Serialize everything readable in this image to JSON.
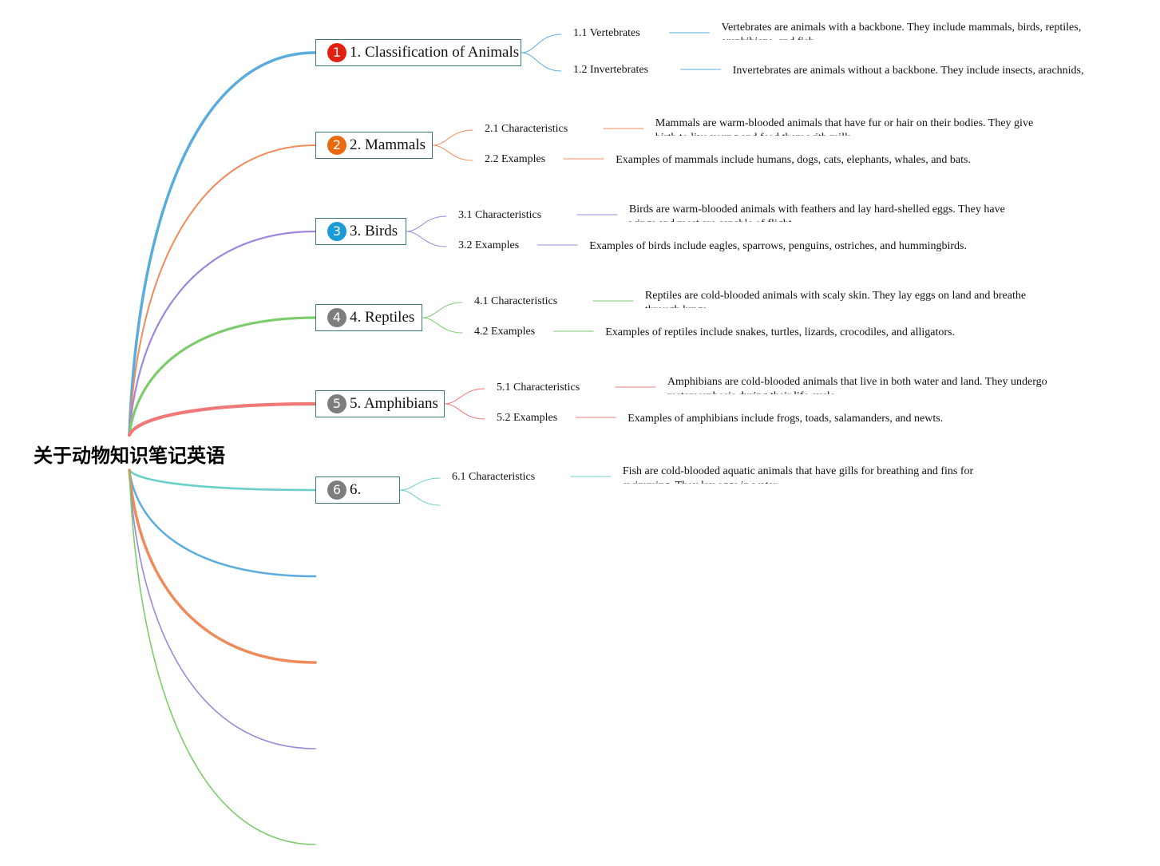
{
  "root": {
    "title": "关于动物知识笔记英语"
  },
  "topics": [
    {
      "number": "1",
      "label": "1. Classification of Animals",
      "badge_color": "#e02010",
      "line_color": "#5aacdc",
      "subs": [
        {
          "label": "1.1 Vertebrates",
          "desc": "Vertebrates are animals with a backbone. They include mammals, birds, reptiles, amphibians, and fish."
        },
        {
          "label": "1.2 Invertebrates",
          "desc": "Invertebrates are animals without a backbone. They include insects, arachnids, crustaceans, mollusks, and more."
        }
      ]
    },
    {
      "number": "2",
      "label": "2. Mammals",
      "badge_color": "#ea6a12",
      "line_color": "#ef8a5a",
      "subs": [
        {
          "label": "2.1 Characteristics",
          "desc": "Mammals are warm-blooded animals that have fur or hair on their bodies. They give birth to live young and feed them with milk."
        },
        {
          "label": "2.2 Examples",
          "desc": "Examples of mammals include humans, dogs, cats, elephants, whales, and bats."
        }
      ]
    },
    {
      "number": "3",
      "label": "3. Birds",
      "badge_color": "#1a9ad6",
      "line_color": "#9d86dc",
      "subs": [
        {
          "label": "3.1 Characteristics",
          "desc": "Birds are warm-blooded animals with feathers and lay hard-shelled eggs. They have wings and most are capable of flight."
        },
        {
          "label": "3.2 Examples",
          "desc": "Examples of birds include eagles, sparrows, penguins, ostriches, and hummingbirds."
        }
      ]
    },
    {
      "number": "4",
      "label": "4. Reptiles",
      "badge_color": "#7d7d7d",
      "line_color": "#7ccc6c",
      "subs": [
        {
          "label": "4.1 Characteristics",
          "desc": "Reptiles are cold-blooded animals with scaly skin. They lay eggs on land and breathe through lungs."
        },
        {
          "label": "4.2 Examples",
          "desc": "Examples of reptiles include snakes, turtles, lizards, crocodiles, and alligators."
        }
      ]
    },
    {
      "number": "5",
      "label": "5. Amphibians",
      "badge_color": "#7d7d7d",
      "line_color": "#ef7878",
      "subs": [
        {
          "label": "5.1 Characteristics",
          "desc": "Amphibians are cold-blooded animals that live in both water and land. They undergo metamorphosis during their life cycle."
        },
        {
          "label": "5.2 Examples",
          "desc": "Examples of amphibians include frogs, toads, salamanders, and newts."
        }
      ]
    },
    {
      "number": "6",
      "label": "6.",
      "badge_color": "#7d7d7d",
      "line_color": "#68d0c8",
      "subs": [
        {
          "label": "6.1 Characteristics",
          "desc": "Fish are cold-blooded aquatic animals that have gills for breathing and fins for swimming. They lay eggs in water."
        }
      ]
    }
  ],
  "extra_branch_colors": [
    "#5aacdc",
    "#ef8a5a",
    "#9d86dc",
    "#7ccc6c"
  ]
}
